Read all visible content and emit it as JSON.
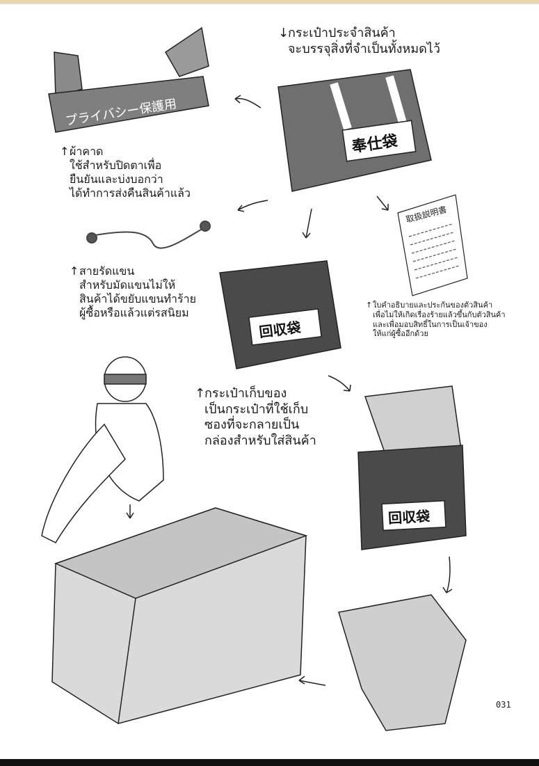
{
  "captions": {
    "bag": {
      "arrow": "↓",
      "line1": "กระเป๋าประจำสินค้า",
      "line2": "จะบรรจุสิ่งที่จำเป็นทั้งหมดไว้"
    },
    "blindfold": {
      "arrow": "↑",
      "lines": [
        "ผ้าคาด",
        "ใช้สำหรับปิดตาเพื่อ",
        "ยืนยันและบ่งบอกว่า",
        "ได้ทำการส่งคืนสินค้าแล้ว"
      ]
    },
    "armstrap": {
      "arrow": "↑",
      "lines": [
        "สายรัดแขน",
        "สำหรับมัดแขนไม่ให้",
        "สินค้าได้ขยับแขนทำร้าย",
        "ผู้ซื้อหรือแล้วแต่รสนิยม"
      ]
    },
    "manual": {
      "arrow": "↑",
      "lines": [
        "ใบคำอธิบายและประกันของตัวสินค้า",
        "เพื่อไม่ให้เกิดเรื่องร้ายแล้วขึ้นกับตัวสินค้า",
        "และเพื่อมอบสิทธิ์ในการเป็นเจ้าของ",
        "ให้แก่ผู้ซื้ออีกด้วย"
      ]
    },
    "pouch": {
      "arrow": "↑",
      "lines": [
        "กระเป๋าเก็บของ",
        "เป็นกระเป๋าที่ใช้เก็บ",
        "ซองที่จะกลายเป็น",
        "กล่องสำหรับใส่สินค้า"
      ]
    }
  },
  "labels": {
    "ribbon": "プライバシー保護用",
    "bag": "奉仕袋",
    "manual": "取扱説明書",
    "pouch": "回収袋",
    "pouch2": "回収袋"
  },
  "page_number": "031",
  "icons": [
    "blindfold-ribbon",
    "duffel-bag",
    "arm-strap",
    "manual-sheet",
    "collection-pouch",
    "seated-figure",
    "fabric-box",
    "folded-box"
  ]
}
